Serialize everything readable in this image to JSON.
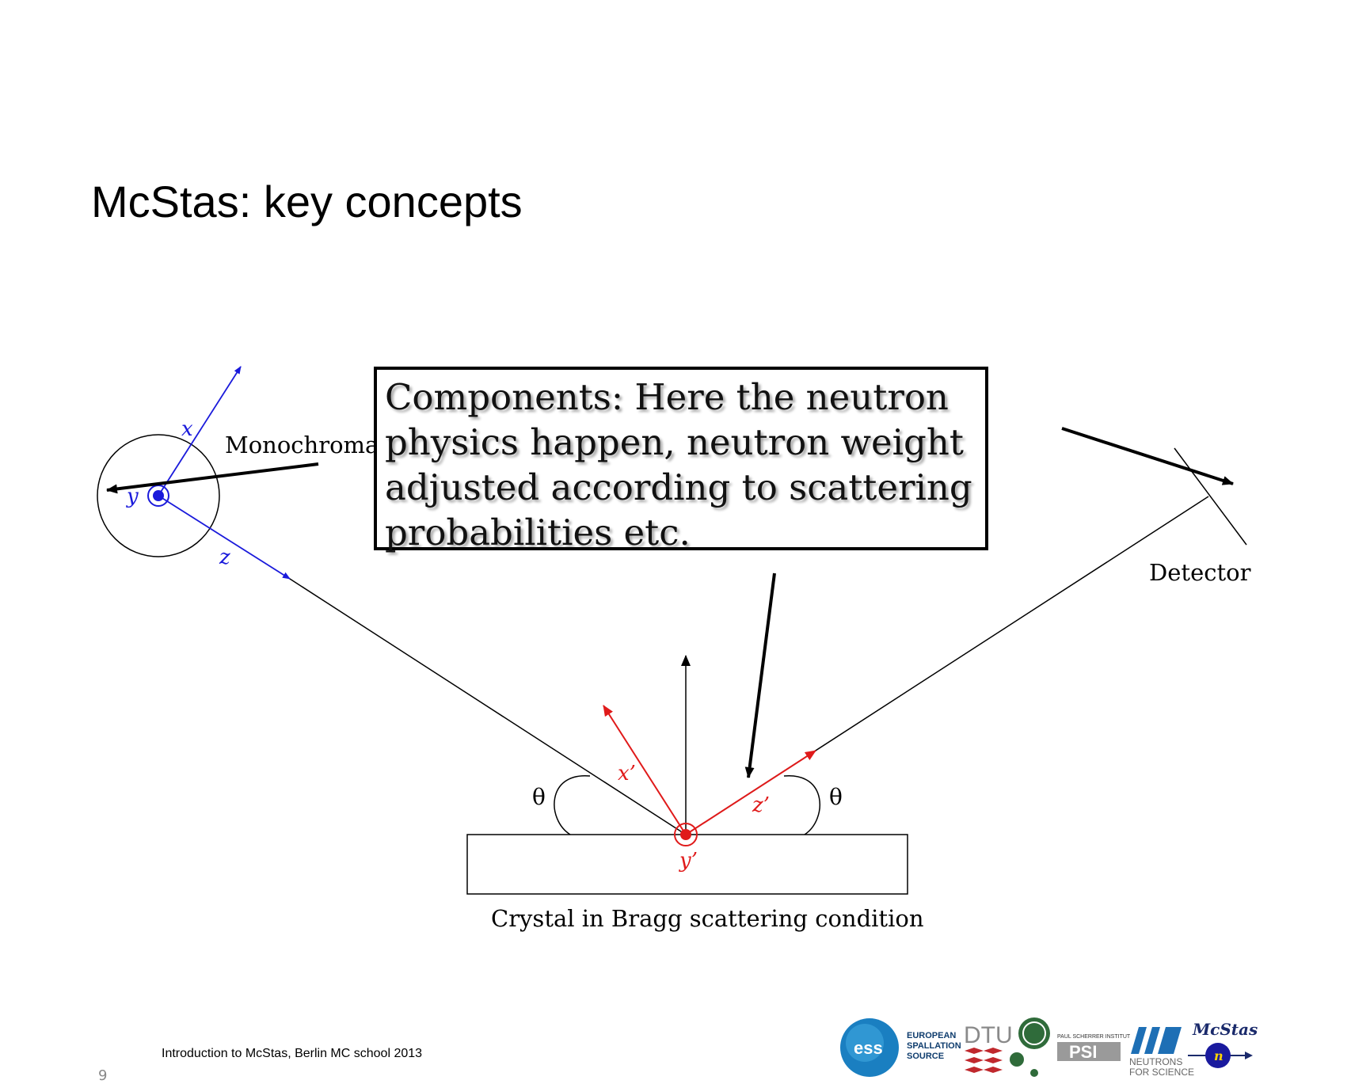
{
  "slide": {
    "title": "McStas: key concepts",
    "footer": "Introduction to McStas, Berlin MC school 2013",
    "page_number": "9"
  },
  "diagram": {
    "callout": "Components: Here the neutron\nphysics happen, neutron weight\nadjusted according to scattering\nprobabilities etc.",
    "monochromator_label": "Monochromator",
    "detector_label": "Detector",
    "crystal_label": "Crystal in Bragg scattering condition",
    "axis_x": "x",
    "axis_y": "y",
    "axis_z": "z",
    "axis_x_prime": "x’",
    "axis_y_prime": "y’",
    "axis_z_prime": "z’",
    "theta_left": "θ",
    "theta_right": "θ"
  },
  "logos": {
    "ess_mark": "ess",
    "ess_line1": "EUROPEAN",
    "ess_line2": "SPALLATION",
    "ess_line3": "SOURCE",
    "dtu": "DTU",
    "psi_small": "PAUL SCHERRER INSTITUT",
    "psi": "PSI",
    "ill_line1": "NEUTRONS",
    "ill_line2": "FOR SCIENCE",
    "mcstas": "McStas",
    "mcstas_n": "n"
  },
  "colors": {
    "axis_blue": "#1a1adb",
    "axis_red": "#e01a1a",
    "ess_blue": "#1a7fc1",
    "dtu_red": "#c0282d",
    "ill_blue": "#1e6fb5"
  }
}
